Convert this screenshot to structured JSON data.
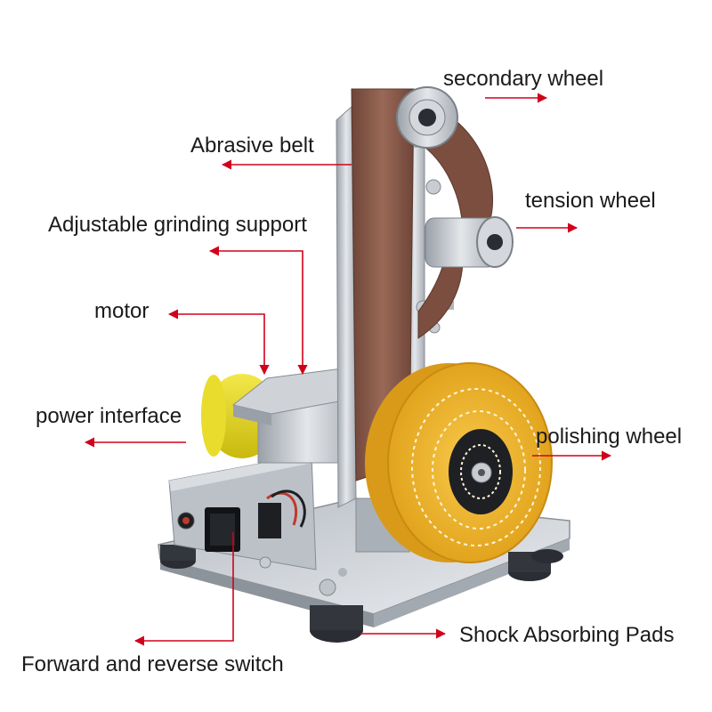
{
  "labels": {
    "secondary_wheel": "secondary wheel",
    "abrasive_belt": "Abrasive belt",
    "tension_wheel": "tension wheel",
    "grinding_support": "Adjustable grinding support",
    "motor": "motor",
    "power_interface": "power interface",
    "polishing_wheel": "polishing wheel",
    "shock_pads": "Shock Absorbing Pads",
    "switch": "Forward and reverse switch"
  },
  "colors": {
    "arrow": "#d0021b",
    "belt": "#8a5a4a",
    "polishing_wheel": "#f0b52a",
    "motor": "#e6d81e",
    "metal": "#c8ccd2",
    "pad": "#2a2d33"
  }
}
